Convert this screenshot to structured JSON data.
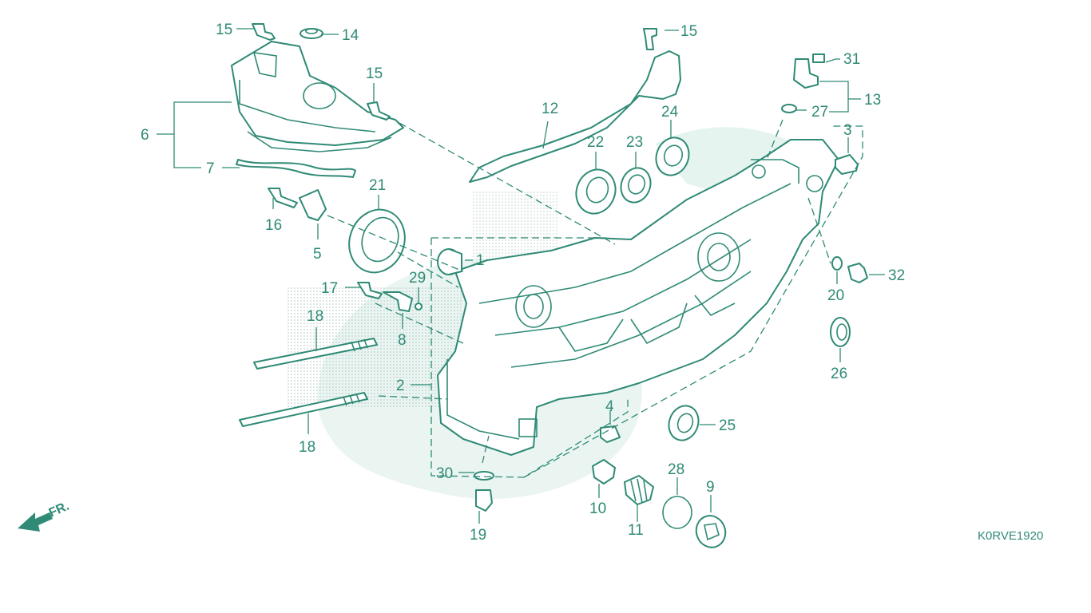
{
  "diagram": {
    "code": "K0RVE1920",
    "direction_label": "FR.",
    "colors": {
      "ink": "#2f8a76",
      "watermark": "#dcefe9",
      "background": "#ffffff"
    },
    "labels": {
      "l1": "1",
      "l2": "2",
      "l3": "3",
      "l4": "4",
      "l5": "5",
      "l6": "6",
      "l7": "7",
      "l8": "8",
      "l9": "9",
      "l10": "10",
      "l11": "11",
      "l12": "12",
      "l13": "13",
      "l14": "14",
      "l15a": "15",
      "l15b": "15",
      "l15c": "15",
      "l16": "16",
      "l17": "17",
      "l18a": "18",
      "l18b": "18",
      "l19": "19",
      "l20": "20",
      "l21": "21",
      "l22": "22",
      "l23": "23",
      "l24": "24",
      "l25": "25",
      "l26": "26",
      "l27": "27",
      "l28": "28",
      "l29": "29",
      "l30": "30",
      "l31": "31",
      "l32": "32"
    }
  }
}
